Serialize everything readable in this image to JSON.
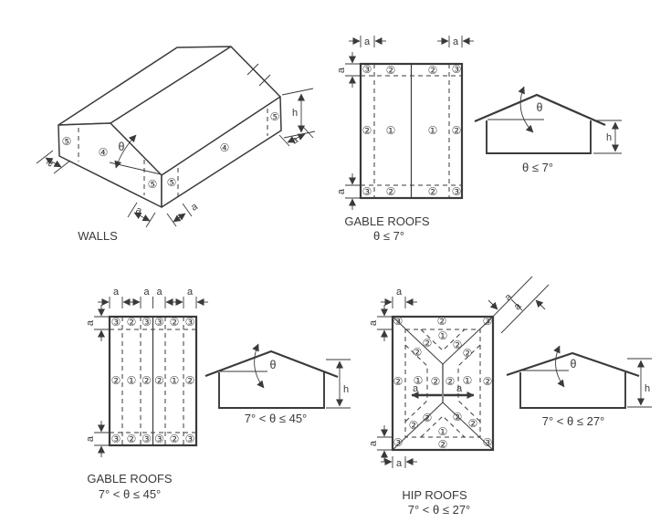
{
  "figure": {
    "walls": {
      "caption": "WALLS"
    },
    "gable_low_slope": {
      "caption_line1": "GABLE ROOFS",
      "caption_line2": "θ ≤ 7°",
      "elevation_angle_label": "θ ≤ 7°"
    },
    "gable_steep": {
      "caption_line1": "GABLE ROOFS",
      "caption_line2": "7° < θ ≤ 45°",
      "elevation_angle_label": "7° < θ ≤ 45°"
    },
    "hip": {
      "caption_line1": "HIP ROOFS",
      "caption_line2": "7° < θ ≤ 27°",
      "elevation_angle_label": "7° < θ ≤ 27°"
    }
  },
  "symbols": {
    "zone_1": "①",
    "zone_2": "②",
    "zone_3": "③",
    "zone_4": "④",
    "zone_5": "⑤",
    "dim_a": "a",
    "dim_h": "h",
    "angle_theta": "θ"
  },
  "colors": {
    "line": "#3a3a3a",
    "background": "#ffffff"
  }
}
